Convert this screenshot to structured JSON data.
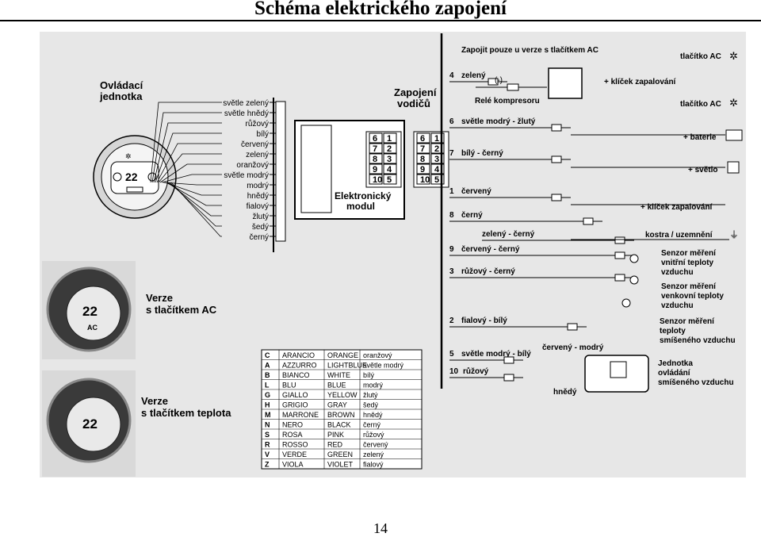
{
  "page": {
    "title": "Schéma elektrického zapojení",
    "page_number": "14"
  },
  "control_unit": {
    "title_line1": "Ovládací",
    "title_line2": "jednotka",
    "display_digits": "22",
    "wires": [
      "světle zelený",
      "světle hnědý",
      "růžový",
      "bílý",
      "červený",
      "zelený",
      "oranžový",
      "světle modrý",
      "modrý",
      "hnědý",
      "fialový",
      "žlutý",
      "šedý",
      "černý"
    ]
  },
  "wiring": {
    "title_line1": "Zapojení",
    "title_line2": "vodičů"
  },
  "module": {
    "title_line1": "Elektronický",
    "title_line2": "modul",
    "pins_left": [
      "6",
      "7",
      "8",
      "9",
      "10"
    ],
    "pins_right": [
      "1",
      "2",
      "3",
      "4",
      "5"
    ]
  },
  "variants": [
    {
      "line1": "Verze",
      "line2": "s tlačítkem AC",
      "display": "22",
      "button": "AC"
    },
    {
      "line1": "Verze",
      "line2": "s tlačítkem teplota",
      "display": "22"
    }
  ],
  "right_section": {
    "header": "Zapojit pouze u verze s tlačítkem AC",
    "relay_label": "Relé kompresoru",
    "relay_minus": "(-)",
    "connections": [
      {
        "num": "4",
        "wire": "zelený"
      },
      {
        "num": "6",
        "wire": "světle modrý - žlutý"
      },
      {
        "num": "7",
        "wire": "bílý - černý"
      },
      {
        "num": "1",
        "wire": "červený"
      },
      {
        "num": "8",
        "wire": "černý"
      },
      {
        "num": "",
        "wire": "zelený - černý"
      },
      {
        "num": "9",
        "wire": "červený - černý"
      },
      {
        "num": "3",
        "wire": "růžový - černý"
      },
      {
        "num": "2",
        "wire": "fialový - bílý"
      },
      {
        "num": "5",
        "wire": "světle modrý - bílý"
      },
      {
        "num": "10",
        "wire": "růžový"
      }
    ],
    "extra_wires": {
      "red_brown": "červený - modrý",
      "brown": "hnědý"
    },
    "targets": {
      "ac1": "tlačítko AC",
      "ignition1": "+ klíček zapalování",
      "ac2": "tlačítko AC",
      "battery": "+ baterie",
      "light": "+ světlo",
      "ignition2": "+ klíček zapalování",
      "ground": "kostra / uzemnění",
      "sensor_inner": [
        "Senzor měření",
        "vnitřní teploty",
        "vzduchu"
      ],
      "sensor_outer": [
        "Senzor měření",
        "venkovní teploty",
        "vzduchu"
      ],
      "sensor_mixed": [
        "Senzor měření",
        "teploty",
        "smíšeného vzduchu"
      ],
      "mix_unit": [
        "Jednotka",
        "ovládání",
        "smíšeného vzduchu"
      ]
    }
  },
  "color_table": {
    "rows": [
      [
        "C",
        "ARANCIO",
        "ORANGE",
        "oranžový"
      ],
      [
        "A",
        "AZZURRO",
        "LIGHTBLUE",
        "světle modrý"
      ],
      [
        "B",
        "BIANCO",
        "WHITE",
        "bílý"
      ],
      [
        "L",
        "BLU",
        "BLUE",
        "modrý"
      ],
      [
        "G",
        "GIALLO",
        "YELLOW",
        "žlutý"
      ],
      [
        "H",
        "GRIGIO",
        "GRAY",
        "šedý"
      ],
      [
        "M",
        "MARRONE",
        "BROWN",
        "hnědý"
      ],
      [
        "N",
        "NERO",
        "BLACK",
        "černý"
      ],
      [
        "S",
        "ROSA",
        "PINK",
        "růžový"
      ],
      [
        "R",
        "ROSSO",
        "RED",
        "červený"
      ],
      [
        "V",
        "VERDE",
        "GREEN",
        "zelený"
      ],
      [
        "Z",
        "VIOLA",
        "VIOLET",
        "fialový"
      ]
    ]
  }
}
